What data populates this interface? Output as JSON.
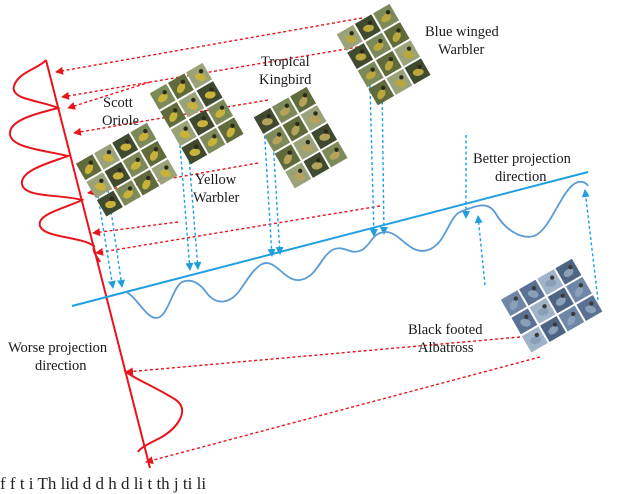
{
  "labels": {
    "scott_oriole": [
      "Scott",
      "Oriole"
    ],
    "tropical_kingbird": [
      "Tropical",
      "Kingbird"
    ],
    "blue_winged_warbler": [
      "Blue winged",
      "Warbler"
    ],
    "yellow_warbler": [
      "Yellow",
      "Warbler"
    ],
    "better_projection": [
      "Better projection",
      "direction"
    ],
    "worse_projection": [
      "Worse projection",
      "direction"
    ],
    "black_footed_albatross": [
      "Black footed",
      "Albatross"
    ]
  },
  "caption": "f       f     t   i     Th     lid   d d   h d li                     t th       j   ti     li",
  "colors": {
    "worse_axis": "#e8141c",
    "better_axis": "#1e9fe0",
    "curve_blue": "#5b9bd5",
    "yellow_bird_tile": "#c9b23a",
    "albatross_tile": "#8aa0b8"
  },
  "clusters": [
    {
      "name": "scott-oriole",
      "icon": "bird-photo-grid-icon"
    },
    {
      "name": "yellow-warbler",
      "icon": "bird-photo-grid-icon"
    },
    {
      "name": "tropical-kingbird",
      "icon": "bird-photo-grid-icon"
    },
    {
      "name": "blue-winged-warbler",
      "icon": "bird-photo-grid-icon"
    },
    {
      "name": "black-footed-albatross",
      "icon": "bird-photo-grid-icon"
    }
  ]
}
